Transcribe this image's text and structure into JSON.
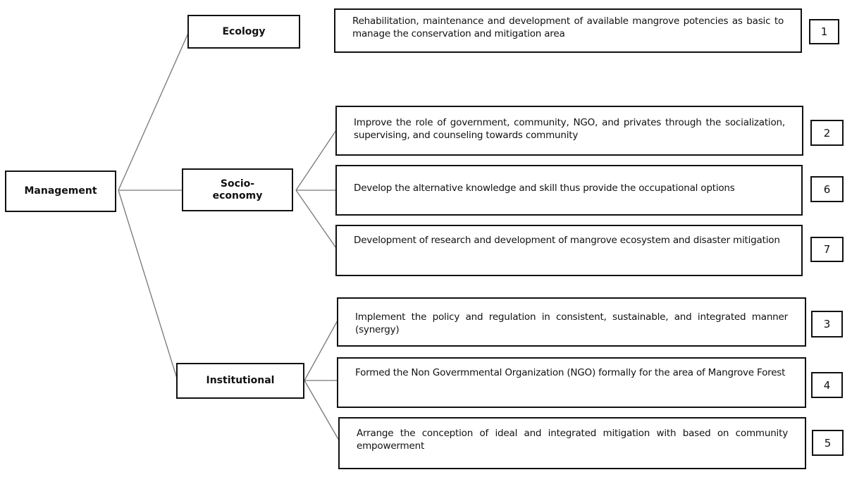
{
  "root": {
    "label": "Management"
  },
  "categories": [
    {
      "id": "ecology",
      "label": "Ecology"
    },
    {
      "id": "socio",
      "label": "Socio-\neconomy"
    },
    {
      "id": "institutional",
      "label": "Institutional"
    }
  ],
  "actions": [
    {
      "category": "ecology",
      "text": "Rehabilitation, maintenance and development of available mangrove potencies as basic to manage the conservation and mitigation area",
      "number": "1"
    },
    {
      "category": "socio",
      "text": "Improve the role of government, community, NGO, and privates through the socialization, supervising, and counseling towards community",
      "number": "2"
    },
    {
      "category": "socio",
      "text": "Develop the alternative knowledge and skill thus provide the occupational options",
      "number": "6"
    },
    {
      "category": "socio",
      "text": "Development of research and development of mangrove ecosystem and disaster mitigation",
      "number": "7"
    },
    {
      "category": "institutional",
      "text": "Implement the policy and regulation in consistent, sustainable, and integrated manner (synergy)",
      "number": "3"
    },
    {
      "category": "institutional",
      "text": "Formed the Non Govermmental Organization (NGO) formally for the area of Mangrove Forest",
      "number": "4"
    },
    {
      "category": "institutional",
      "text": "Arrange the conception of ideal and integrated mitigation with based on community empowerment",
      "number": "5"
    }
  ]
}
